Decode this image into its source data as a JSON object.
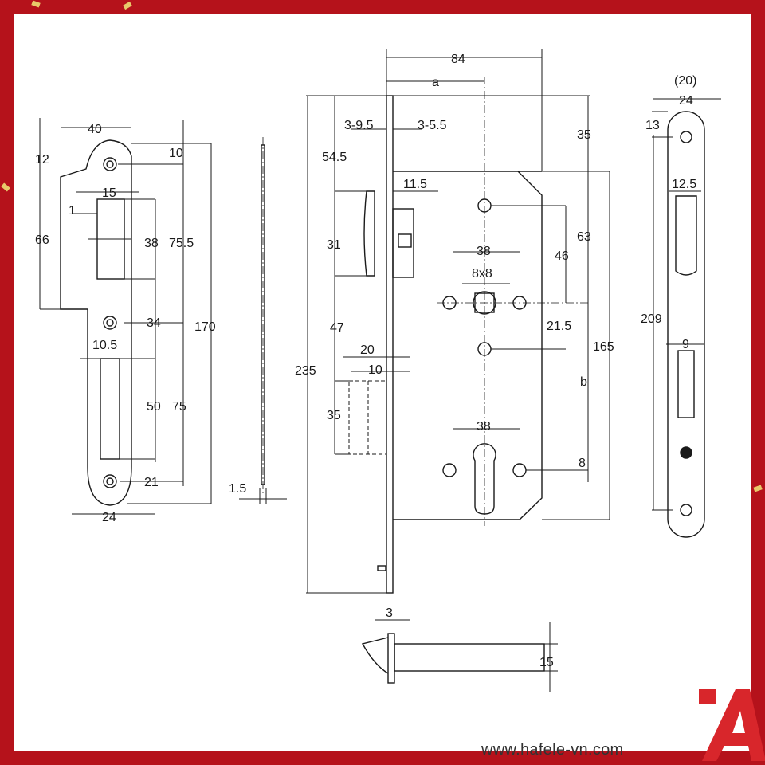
{
  "branding": {
    "website": "www.hafele-vn.com",
    "frame_color": "#b5121b",
    "logo_color": "#d8262b",
    "logo_icon": "hafele-logo-icon"
  },
  "strike_plate": {
    "dims": [
      "40",
      "12",
      "10",
      "15",
      "1",
      "66",
      "38",
      "75.5",
      "34",
      "10.5",
      "170",
      "50",
      "75",
      "21",
      "24"
    ]
  },
  "side_profile": {
    "dims": [
      "1.5"
    ]
  },
  "lock_body": {
    "dims": [
      "84",
      "a",
      "3-9.5",
      "3-5.5",
      "35",
      "54.5",
      "11.5",
      "31",
      "63",
      "38",
      "46",
      "8x8",
      "21.5",
      "47",
      "20",
      "10",
      "165",
      "235",
      "35",
      "b",
      "38",
      "8"
    ]
  },
  "latch": {
    "dims": [
      "3",
      "15"
    ]
  },
  "front_plate": {
    "dims": [
      "(20)",
      "24",
      "13",
      "12.5",
      "209",
      "9"
    ]
  }
}
